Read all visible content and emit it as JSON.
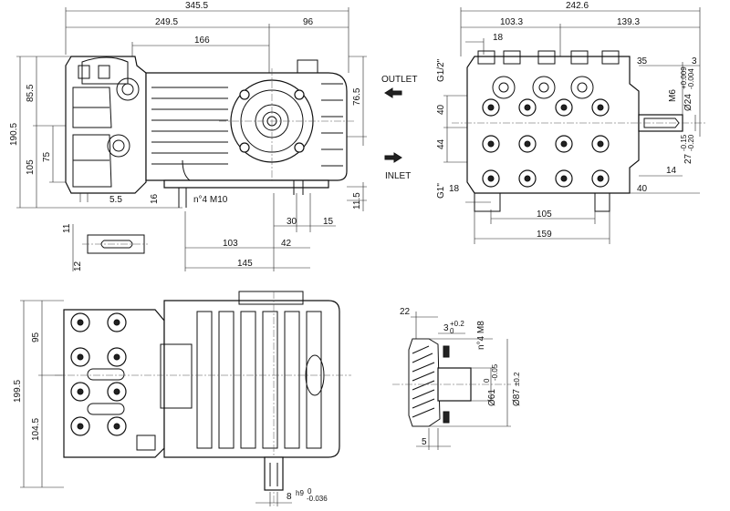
{
  "side_view": {
    "dims": {
      "total_length": "345.5",
      "left_length": "249.5",
      "right_length": "96",
      "mid_length": "166",
      "height_total": "190.5",
      "height_upper": "85.5",
      "height_lower": "105",
      "height_75": "75",
      "height_76_5": "76.5",
      "offset_5_5": "5.5",
      "offset_16": "16",
      "offset_11_5": "11.5",
      "mount_thread": "n°4 M10",
      "foot_30": "30",
      "foot_15": "15",
      "base_103": "103",
      "base_42": "42",
      "base_145": "145",
      "slot_11": "11",
      "slot_12": "12"
    }
  },
  "flow_labels": {
    "outlet": "OUTLET",
    "inlet": "INLET"
  },
  "end_view": {
    "dims": {
      "total_width": "242.6",
      "width_left": "103.3",
      "width_right": "139.3",
      "width_18_top": "18",
      "thread_top": "G1/2\"",
      "thread_bottom": "G1\"",
      "gap_40": "40",
      "gap_44": "44",
      "shaft_35": "35",
      "shaft_3": "3",
      "shaft_m6": "M6",
      "shaft_dia": "Ø24",
      "shaft_tol_up": "+0.009",
      "shaft_tol_dn": "-0.004",
      "shaft_27": "27",
      "shaft_27_up": "-0.15",
      "shaft_27_dn": "-0.20",
      "shaft_14": "14",
      "shaft_40": "40",
      "base_18": "18",
      "base_105": "105",
      "base_159": "159"
    }
  },
  "top_view": {
    "dims": {
      "height_total": "199.5",
      "height_95": "95",
      "height_104_5": "104.5",
      "key": "8",
      "key_tol": "h9",
      "key_up": "0",
      "key_dn": "-0.036"
    }
  },
  "flange_view": {
    "dims": {
      "width_22": "22",
      "depth_3": "3",
      "depth_3_up": "+0.2",
      "depth_3_dn": "0",
      "bolts": "n°4 M8",
      "dia_61": "Ø61",
      "dia_61_up": "0",
      "dia_61_dn": "-0.05",
      "dia_87": "Ø87",
      "dia_87_tol": "±0.2",
      "thick_5": "5"
    }
  }
}
